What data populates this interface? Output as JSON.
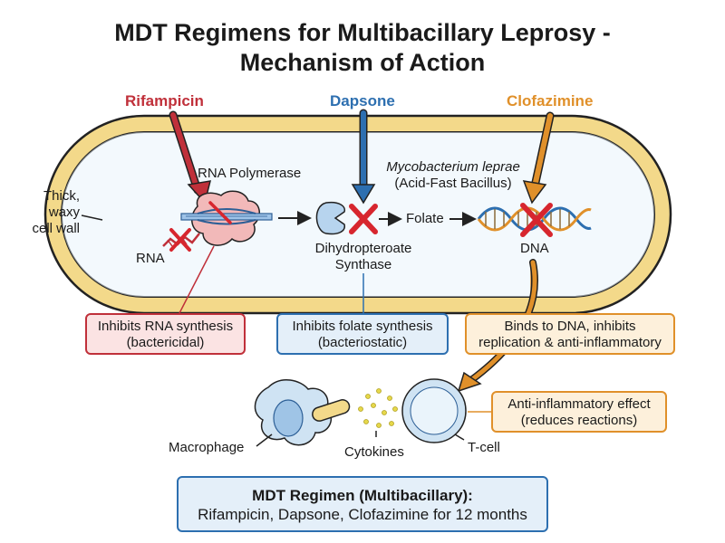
{
  "title_line1": "MDT Regimens for Multibacillary Leprosy -",
  "title_line2": "Mechanism of Action",
  "drugs": {
    "rifampicin": {
      "name": "Rifampicin",
      "color": "#c0303a"
    },
    "dapsone": {
      "name": "Dapsone",
      "color": "#2d6fb0"
    },
    "clofazimine": {
      "name": "Clofazimine",
      "color": "#e0902a"
    }
  },
  "bacterium": {
    "name": "Mycobacterium leprae",
    "subtitle": "(Acid-Fast Bacillus)",
    "cell_wall_label": [
      "Thick,",
      "waxy",
      "cell wall"
    ],
    "wall_color": "#f3d98a"
  },
  "targets": {
    "rna_polymerase": "RNA Polymerase",
    "rna": "RNA",
    "enzyme": [
      "Dihydropteroate",
      "Synthase"
    ],
    "folate": "Folate",
    "dna": "DNA"
  },
  "effects": {
    "rifampicin": [
      "Inhibits RNA synthesis",
      "(bactericidal)"
    ],
    "dapsone": [
      "Inhibits folate synthesis",
      "(bacteriostatic)"
    ],
    "clofazimine": [
      "Binds to DNA, inhibits",
      "replication & anti-inflammatory"
    ],
    "anti_inflammatory": [
      "Anti-inflammatory effect",
      "(reduces reactions)"
    ]
  },
  "immune": {
    "macrophage": "Macrophage",
    "cytokines": "Cytokines",
    "tcell": "T-cell"
  },
  "regimen": {
    "heading": "MDT Regimen (Multibacillary):",
    "detail": "Rifampicin, Dapsone, Clofazimine for 12 months"
  }
}
